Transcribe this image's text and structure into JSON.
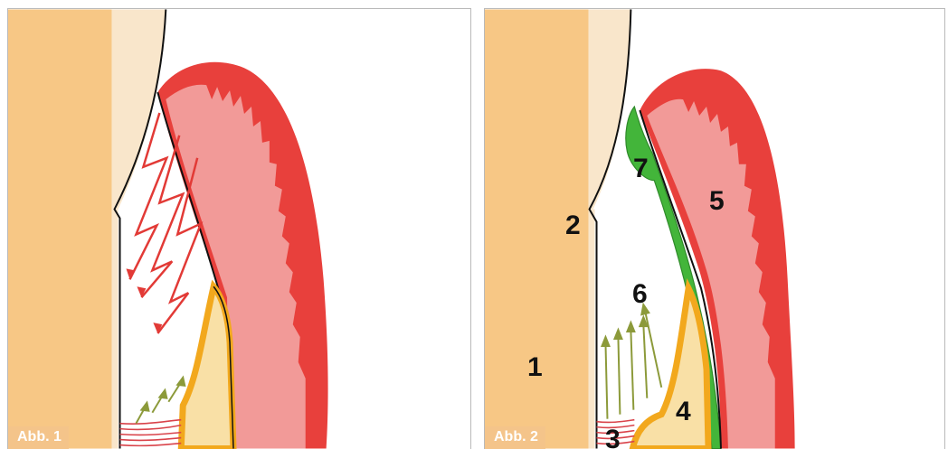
{
  "figures": [
    {
      "caption": "Abb. 1"
    },
    {
      "caption": "Abb. 2"
    }
  ],
  "labels": {
    "enamel": "1",
    "cej": "2",
    "fibers": "3",
    "bone": "4",
    "gingiva": "5",
    "arrows": "6",
    "epithelium": "7"
  },
  "colors": {
    "tooth": "#f7c785",
    "crown_cement": "#f9e6cb",
    "gingiva_outer": "#e8403c",
    "gingiva_inner": "#f29a98",
    "bone_fill": "#f9e0a6",
    "bone_outline": "#f2a81d",
    "arrow_red": "#e23a36",
    "arrow_green": "#8c9a3a",
    "epithelium_green": "#43b53a",
    "fibers": "#d9434a"
  }
}
